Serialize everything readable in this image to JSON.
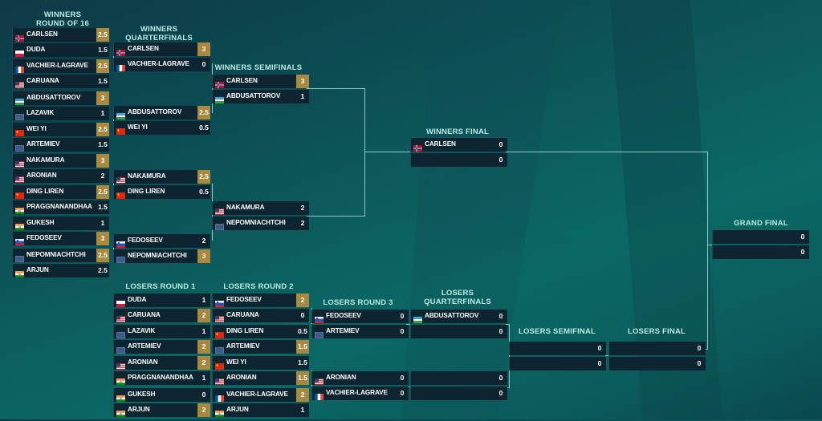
{
  "headers": {
    "w16": [
      "WINNERS",
      "ROUND OF 16"
    ],
    "wqf": [
      "WINNERS",
      "QUARTERFINALS"
    ],
    "wsf": [
      "WINNERS SEMIFINALS"
    ],
    "wf": [
      "WINNERS FINAL"
    ],
    "gf": [
      "GRAND FINAL"
    ],
    "lr1": [
      "LOSERS ROUND 1"
    ],
    "lr2": [
      "LOSERS ROUND 2"
    ],
    "lr3": [
      "LOSERS ROUND 3"
    ],
    "lqf": [
      "LOSERS",
      "QUARTERFINALS"
    ],
    "lsf": [
      "LOSERS SEMIFINAL"
    ],
    "lf": [
      "LOSERS FINAL"
    ]
  },
  "flags": {
    "NOR": "flag-norway",
    "POL": "flag-poland",
    "FRA": "flag-france",
    "USA": "flag-usa",
    "UZB": "flag-uzbekistan",
    "FID": "flag-fide",
    "CHN": "flag-china",
    "IND": "flag-india",
    "SVN": "flag-slovenia"
  },
  "colors": {
    "win_score": "#a9893f",
    "card_bg": "#0c2530",
    "header_text": "#b9e9e1",
    "connector": "#8fc8c8"
  },
  "matches": [
    {
      "id": "w16-1",
      "players": [
        {
          "name": "CARLSEN",
          "flag": "NOR",
          "score": "2.5",
          "win": true
        },
        {
          "name": "DUDA",
          "flag": "POL",
          "score": "1.5",
          "win": false
        }
      ]
    },
    {
      "id": "w16-2",
      "players": [
        {
          "name": "VACHIER-LAGRAVE",
          "flag": "FRA",
          "score": "2.5",
          "win": true
        },
        {
          "name": "CARUANA",
          "flag": "USA",
          "score": "1.5",
          "win": false
        }
      ]
    },
    {
      "id": "w16-3",
      "players": [
        {
          "name": "ABDUSATTOROV",
          "flag": "UZB",
          "score": "3",
          "win": true
        },
        {
          "name": "LAZAVIK",
          "flag": "FID",
          "score": "1",
          "win": false
        }
      ]
    },
    {
      "id": "w16-4",
      "players": [
        {
          "name": "WEI YI",
          "flag": "CHN",
          "score": "2.5",
          "win": true
        },
        {
          "name": "ARTEMIEV",
          "flag": "FID",
          "score": "1.5",
          "win": false
        }
      ]
    },
    {
      "id": "w16-5",
      "players": [
        {
          "name": "NAKAMURA",
          "flag": "USA",
          "score": "3",
          "win": true
        },
        {
          "name": "ARONIAN",
          "flag": "USA",
          "score": "2",
          "win": false
        }
      ]
    },
    {
      "id": "w16-6",
      "players": [
        {
          "name": "DING LIREN",
          "flag": "CHN",
          "score": "2.5",
          "win": true
        },
        {
          "name": "PRAGGNANANDHAA",
          "flag": "IND",
          "score": "1.5",
          "win": false
        }
      ]
    },
    {
      "id": "w16-7",
      "players": [
        {
          "name": "GUKESH",
          "flag": "IND",
          "score": "1",
          "win": false
        },
        {
          "name": "FEDOSEEV",
          "flag": "SVN",
          "score": "3",
          "win": true
        }
      ]
    },
    {
      "id": "w16-8",
      "players": [
        {
          "name": "NEPOMNIACHTCHI",
          "flag": "FID",
          "score": "2.5",
          "win": true
        },
        {
          "name": "ARJUN",
          "flag": "IND",
          "score": "2.5",
          "win": false
        }
      ]
    },
    {
      "id": "wqf-1",
      "players": [
        {
          "name": "CARLSEN",
          "flag": "NOR",
          "score": "3",
          "win": true
        },
        {
          "name": "VACHIER-LAGRAVE",
          "flag": "FRA",
          "score": "0",
          "win": false
        }
      ]
    },
    {
      "id": "wqf-2",
      "players": [
        {
          "name": "ABDUSATTOROV",
          "flag": "UZB",
          "score": "2.5",
          "win": true
        },
        {
          "name": "WEI YI",
          "flag": "CHN",
          "score": "0.5",
          "win": false
        }
      ]
    },
    {
      "id": "wqf-3",
      "players": [
        {
          "name": "NAKAMURA",
          "flag": "USA",
          "score": "2.5",
          "win": true
        },
        {
          "name": "DING LIREN",
          "flag": "CHN",
          "score": "0.5",
          "win": false
        }
      ]
    },
    {
      "id": "wqf-4",
      "players": [
        {
          "name": "FEDOSEEV",
          "flag": "SVN",
          "score": "2",
          "win": false
        },
        {
          "name": "NEPOMNIACHTCHI",
          "flag": "FID",
          "score": "3",
          "win": true
        }
      ]
    },
    {
      "id": "wsf-1",
      "players": [
        {
          "name": "CARLSEN",
          "flag": "NOR",
          "score": "3",
          "win": true
        },
        {
          "name": "ABDUSATTOROV",
          "flag": "UZB",
          "score": "1",
          "win": false
        }
      ]
    },
    {
      "id": "wsf-2",
      "players": [
        {
          "name": "NAKAMURA",
          "flag": "USA",
          "score": "2",
          "win": false
        },
        {
          "name": "NEPOMNIACHTCHI",
          "flag": "FID",
          "score": "2",
          "win": false
        }
      ]
    },
    {
      "id": "wf",
      "players": [
        {
          "name": "CARLSEN",
          "flag": "NOR",
          "score": "0",
          "win": false
        },
        {
          "name": "",
          "flag": "",
          "score": "0",
          "win": false
        }
      ]
    },
    {
      "id": "gf",
      "players": [
        {
          "name": "",
          "flag": "",
          "score": "0",
          "win": false
        },
        {
          "name": "",
          "flag": "",
          "score": "0",
          "win": false
        }
      ]
    },
    {
      "id": "lr1-1",
      "players": [
        {
          "name": "DUDA",
          "flag": "POL",
          "score": "1",
          "win": false
        },
        {
          "name": "CARUANA",
          "flag": "USA",
          "score": "2",
          "win": true
        }
      ]
    },
    {
      "id": "lr1-2",
      "players": [
        {
          "name": "LAZAVIK",
          "flag": "FID",
          "score": "1",
          "win": false
        },
        {
          "name": "ARTEMIEV",
          "flag": "FID",
          "score": "2",
          "win": true
        }
      ]
    },
    {
      "id": "lr1-3",
      "players": [
        {
          "name": "ARONIAN",
          "flag": "USA",
          "score": "2",
          "win": true
        },
        {
          "name": "PRAGGNANANDHAA",
          "flag": "IND",
          "score": "1",
          "win": false
        }
      ]
    },
    {
      "id": "lr1-4",
      "players": [
        {
          "name": "GUKESH",
          "flag": "IND",
          "score": "0",
          "win": false
        },
        {
          "name": "ARJUN",
          "flag": "IND",
          "score": "2",
          "win": true
        }
      ]
    },
    {
      "id": "lr2-1",
      "players": [
        {
          "name": "FEDOSEEV",
          "flag": "SVN",
          "score": "2",
          "win": true
        },
        {
          "name": "CARUANA",
          "flag": "USA",
          "score": "0",
          "win": false
        }
      ]
    },
    {
      "id": "lr2-2",
      "players": [
        {
          "name": "DING LIREN",
          "flag": "CHN",
          "score": "0.5",
          "win": false
        },
        {
          "name": "ARTEMIEV",
          "flag": "FID",
          "score": "1.5",
          "win": true
        }
      ]
    },
    {
      "id": "lr2-3",
      "players": [
        {
          "name": "WEI YI",
          "flag": "CHN",
          "score": "1.5",
          "win": false
        },
        {
          "name": "ARONIAN",
          "flag": "USA",
          "score": "1.5",
          "win": true
        }
      ]
    },
    {
      "id": "lr2-4",
      "players": [
        {
          "name": "VACHIER-LAGRAVE",
          "flag": "FRA",
          "score": "2",
          "win": true
        },
        {
          "name": "ARJUN",
          "flag": "IND",
          "score": "1",
          "win": false
        }
      ]
    },
    {
      "id": "lr3-1",
      "players": [
        {
          "name": "FEDOSEEV",
          "flag": "SVN",
          "score": "0",
          "win": false
        },
        {
          "name": "ARTEMIEV",
          "flag": "FID",
          "score": "0",
          "win": false
        }
      ]
    },
    {
      "id": "lr3-2",
      "players": [
        {
          "name": "ARONIAN",
          "flag": "USA",
          "score": "0",
          "win": false
        },
        {
          "name": "VACHIER-LAGRAVE",
          "flag": "FRA",
          "score": "0",
          "win": false
        }
      ]
    },
    {
      "id": "lqf-1",
      "players": [
        {
          "name": "ABDUSATTOROV",
          "flag": "UZB",
          "score": "0",
          "win": false
        },
        {
          "name": "",
          "flag": "",
          "score": "0",
          "win": false
        }
      ]
    },
    {
      "id": "lqf-2",
      "players": [
        {
          "name": "",
          "flag": "",
          "score": "0",
          "win": false
        },
        {
          "name": "",
          "flag": "",
          "score": "0",
          "win": false
        }
      ]
    },
    {
      "id": "lsf",
      "players": [
        {
          "name": "",
          "flag": "",
          "score": "0",
          "win": false
        },
        {
          "name": "",
          "flag": "",
          "score": "0",
          "win": false
        }
      ]
    },
    {
      "id": "lf",
      "players": [
        {
          "name": "",
          "flag": "",
          "score": "0",
          "win": false
        },
        {
          "name": "",
          "flag": "",
          "score": "0",
          "win": false
        }
      ]
    }
  ]
}
